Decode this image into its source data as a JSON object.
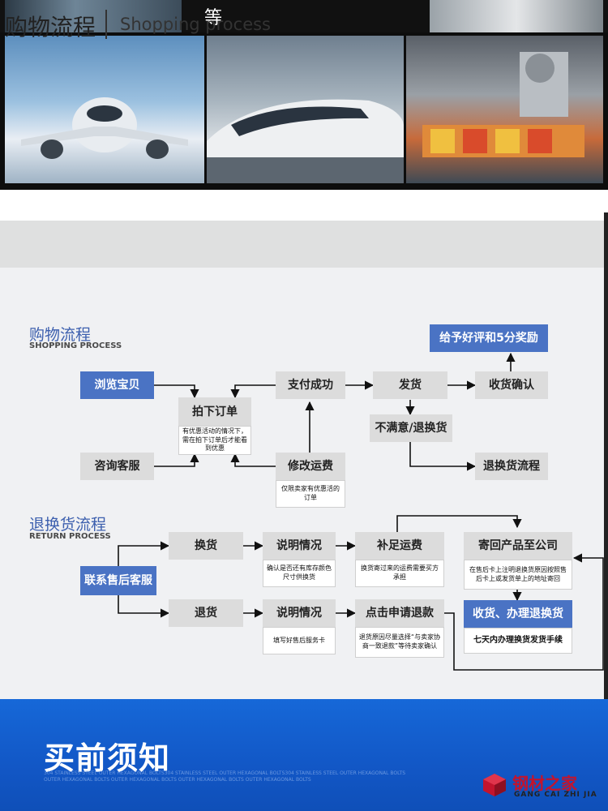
{
  "banner": {
    "top_label": "等"
  },
  "section_header": {
    "title_cn": "购物流程",
    "title_en": "Shopping process"
  },
  "shopping": {
    "title_cn": "购物流程",
    "title_en": "SHOPPING PROCESS",
    "browse": "浏览宝贝",
    "consult": "咨询客服",
    "place_order": "拍下订单",
    "place_order_note": "有优惠活动的情况下，需在拍下订单后才能看到优惠",
    "pay_success": "支付成功",
    "modify_shipping": "修改运费",
    "modify_note": "仅限卖家有优惠活的订单",
    "ship": "发货",
    "receive_confirm": "收货确认",
    "good_review": "给予好评和5分奖励",
    "unsatisfied": "不满意/退换货",
    "return_process": "退换货流程"
  },
  "returns": {
    "title_cn": "退换货流程",
    "title_en": "RETURN PROCESS",
    "contact_service": "联系售后客服",
    "exchange": "换货",
    "refund": "退货",
    "explain_1": "说明情况",
    "explain_1_note": "确认是否还有库存颜色尺寸供换货",
    "explain_2": "说明情况",
    "explain_2_note": "填写好售后服务卡",
    "pay_shipping": "补足运费",
    "pay_shipping_note": "换货寄过来的运费需要买方承担",
    "apply_refund": "点击申请退款",
    "apply_refund_note": "退货原因尽量选择“与卖家协商一致退款”等待卖家确认",
    "send_back": "寄回产品至公司",
    "send_back_note": "在售后卡上注明退换货原因按照售后卡上或发货单上的地址寄回",
    "receive_process": "收货、办理退换货",
    "seven_days": "七天内办理换货发货手续"
  },
  "bottom": {
    "title": "买前须知",
    "fine_1": "304 STAINLESS STEEL OUTER HEXAGONAL BOLTS304 STAINLESS STEEL OUTER HEXAGONAL BOLTS304 STAINLESS STEEL OUTER HEXAGONAL BOLTS",
    "fine_2": "OUTER HEXAGONAL BOLTS OUTER HEXAGONAL BOLTS OUTER HEXAGONAL BOLTS OUTER HEXAGONAL BOLTS",
    "logo_cn": "钢材之家",
    "logo_en": "GANG CAI ZHI JIA"
  },
  "colors": {
    "accent_blue": "#4a73c4",
    "heading_blue": "#3c5fae",
    "box_grey": "#dcdcdc",
    "banner_blue": "#1668d8",
    "logo_red": "#c3142d"
  }
}
